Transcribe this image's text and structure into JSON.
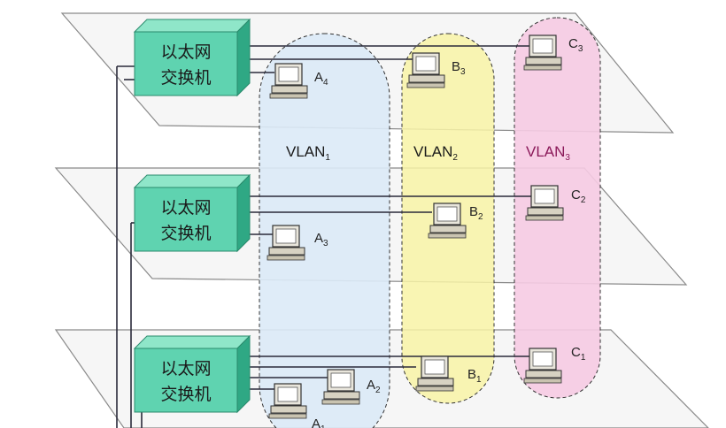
{
  "switch_label_line1": "以太网",
  "switch_label_line2": "交换机",
  "vlans": [
    {
      "name": "VLAN",
      "sub": "1",
      "color": "#dceaf7",
      "text_color": "#1a1a1a"
    },
    {
      "name": "VLAN",
      "sub": "2",
      "color": "#f8f3a6",
      "text_color": "#1a1a1a"
    },
    {
      "name": "VLAN",
      "sub": "3",
      "color": "#f6cbe3",
      "text_color": "#8b1a5a"
    }
  ],
  "computers": [
    {
      "letter": "A",
      "sub": "4"
    },
    {
      "letter": "B",
      "sub": "3"
    },
    {
      "letter": "C",
      "sub": "3"
    },
    {
      "letter": "A",
      "sub": "3"
    },
    {
      "letter": "B",
      "sub": "2"
    },
    {
      "letter": "C",
      "sub": "2"
    },
    {
      "letter": "A",
      "sub": "2"
    },
    {
      "letter": "A",
      "sub": "1"
    },
    {
      "letter": "B",
      "sub": "1"
    },
    {
      "letter": "C",
      "sub": "1"
    }
  ],
  "colors": {
    "switch": "#5fd3b0",
    "switch_dark": "#2fa884",
    "floor": "#f4f4f4",
    "cable": "#2a2a3a"
  }
}
